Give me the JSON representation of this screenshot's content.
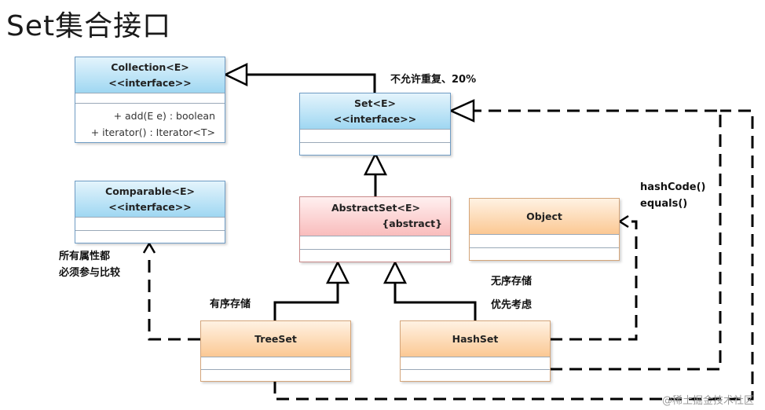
{
  "title": "Set集合接口",
  "classes": {
    "collection": {
      "name": "Collection<E>",
      "stereotype": "<<interface>>",
      "ops": [
        "+ add(E e) : boolean",
        "+ iterator() : Iterator<T>"
      ]
    },
    "set": {
      "name": "Set<E>",
      "stereotype": "<<interface>>"
    },
    "comparable": {
      "name": "Comparable<E>",
      "stereotype": "<<interface>>"
    },
    "abstractset": {
      "name": "AbstractSet<E>",
      "stereotype": "{abstract}"
    },
    "object": {
      "name": "Object"
    },
    "treeset": {
      "name": "TreeSet"
    },
    "hashset": {
      "name": "HashSet"
    }
  },
  "notes": {
    "set_note": "不允许重复、20%",
    "object_methods": [
      "hashCode()",
      "equals()"
    ],
    "comparable_note": [
      "所有属性都",
      "必须参与比较"
    ],
    "hashset_note": [
      "无序存储",
      "优先考虑"
    ],
    "treeset_note": "有序存储"
  },
  "watermark": "@稀土掘金技术社区",
  "colors": {
    "interface": "#9fd7f2",
    "abstract": "#f9bcbc",
    "concrete": "#fbc893"
  }
}
